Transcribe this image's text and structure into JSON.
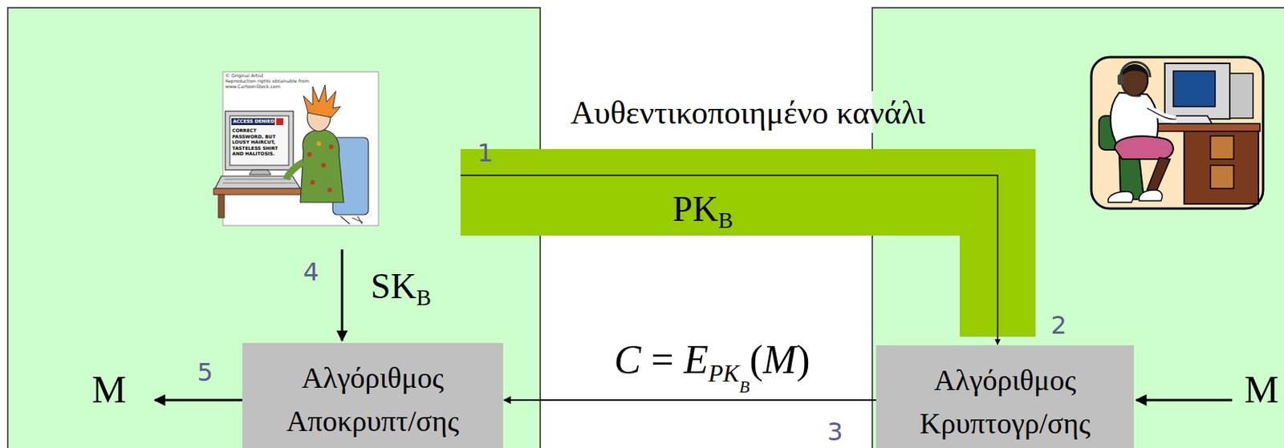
{
  "diagram": {
    "nodes": [
      {
        "text": [
          "Αυθεντικοποιημένο κανάλι",
          "PKB"
        ]
      },
      {
        "text": [
          "Αλγόριθμος Αποκρυπτ/σης"
        ]
      },
      {
        "text": [
          "Αλγόριθμος Κρυπτογρ/σης"
        ]
      }
    ],
    "edges": [
      {
        "from": 0,
        "to": 2,
        "arrow": "to"
      },
      {
        "from": 2,
        "to": 1,
        "arrow": "to",
        "label": "C = EPKB(M)"
      }
    ],
    "labels": [
      "© Original Artist",
      "Reproduction rights obtainable from",
      "www.CartoonStock.com",
      "ACCESS DENIED",
      "CORRECT PASSWORD, BUT LOUSY HAIRCUT, TASTELESS SHIRT AND HALITOSIS.",
      "1",
      "2",
      "4",
      "SKB",
      "5",
      "M",
      "3",
      "M"
    ]
  }
}
